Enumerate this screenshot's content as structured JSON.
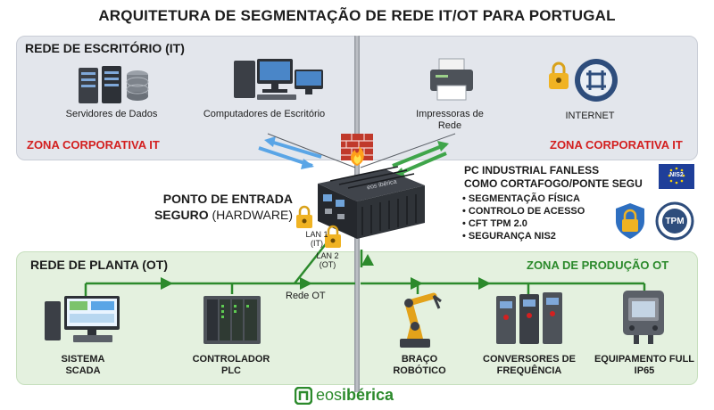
{
  "title": "ARQUITETURA DE SEGMENTAÇÃO DE REDE IT/OT PARA PORTUGAL",
  "it_zone": {
    "heading": "REDE DE ESCRITÓRIO (IT)",
    "left_tag": "ZONA CORPORATIVA IT",
    "right_tag": "ZONA CORPORATIVA IT",
    "devices": [
      {
        "label": "Servidores de Dados"
      },
      {
        "label": "Computadores de Escritório"
      },
      {
        "label": "Impressoras de Rede"
      },
      {
        "label": "INTERNET"
      }
    ]
  },
  "gateway": {
    "entry_line1": "PONTO DE ENTRADA",
    "entry_line2_bold": "SEGURO",
    "entry_line2_normal": "(HARDWARE)",
    "lan1": "LAN 1 (IT)",
    "lan2": "LAN 2 (OT)",
    "device_brand": "eos ibérica"
  },
  "pc_panel": {
    "title_line1": "PC INDUSTRIAL FANLESS",
    "title_line2": "COMO CORTAFOGO/PONTE SEGU",
    "features": [
      "SEGMENTAÇÃO FÍSICA",
      "CONTROLO DE ACESSO",
      "CFT TPM 2.0",
      "SEGURANÇA NIS2"
    ],
    "nis2_badge": "NIS2",
    "tpm_badge": "TPM"
  },
  "ot_zone": {
    "heading": "REDE DE PLANTA (OT)",
    "right_tag": "ZONA DE PRODUÇÃO OT",
    "link_label": "Rede OT",
    "devices": [
      {
        "label": "SISTEMA SCADA"
      },
      {
        "label": "CONTROLADOR PLC"
      },
      {
        "label": "BRAÇO ROBÓTICO"
      },
      {
        "label": "CONVERSORES DE FREQUÊNCIA"
      },
      {
        "label": "EQUIPAMENTO FULL IP65"
      }
    ]
  },
  "brand": {
    "prefix": "eos",
    "suffix": "ibérica"
  },
  "colors": {
    "it_bg": "#e3e6ec",
    "ot_bg": "#e4f1df",
    "red": "#d32020",
    "green": "#2c8a2c",
    "blue_arrow": "#5aa5e6"
  },
  "icons": [
    "server-icon",
    "desktop-icon",
    "printer-icon",
    "router-icon",
    "lock-icon",
    "firewall-icon",
    "industrial-pc-icon",
    "eu-flag-icon",
    "tpm-shield-icon",
    "scada-icon",
    "plc-icon",
    "robot-arm-icon",
    "frequency-converter-icon",
    "ip65-equipment-icon",
    "eosiberica-logo-icon"
  ]
}
